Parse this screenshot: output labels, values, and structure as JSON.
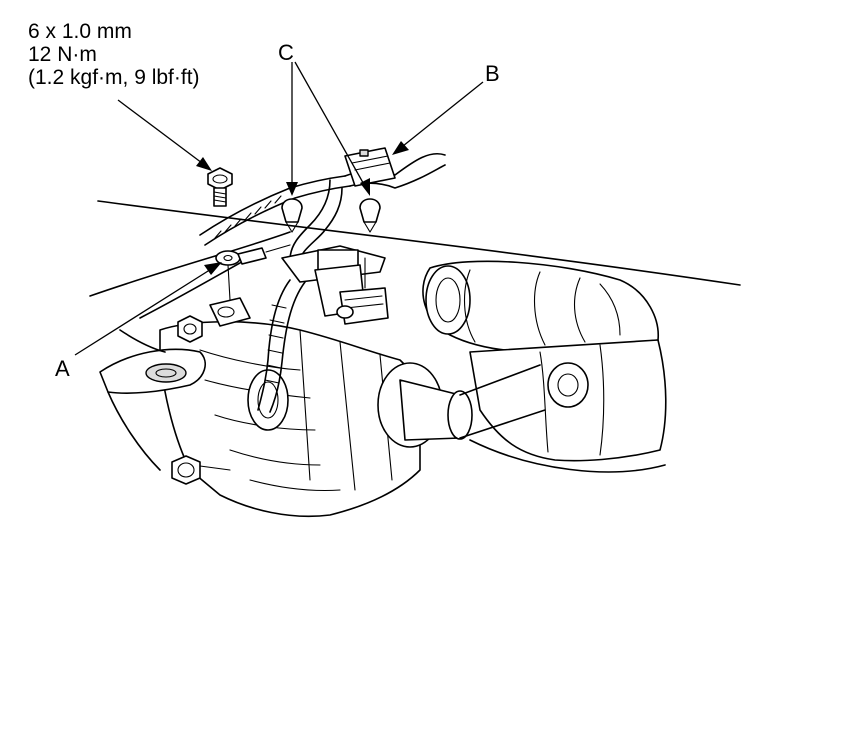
{
  "spec": {
    "bolt_size": "6 x 1.0 mm",
    "torque": "12 N·m",
    "torque_alt": "(1.2 kgf·m, 9 lbf·ft)"
  },
  "callouts": {
    "a": "A",
    "b": "B",
    "c": "C"
  }
}
